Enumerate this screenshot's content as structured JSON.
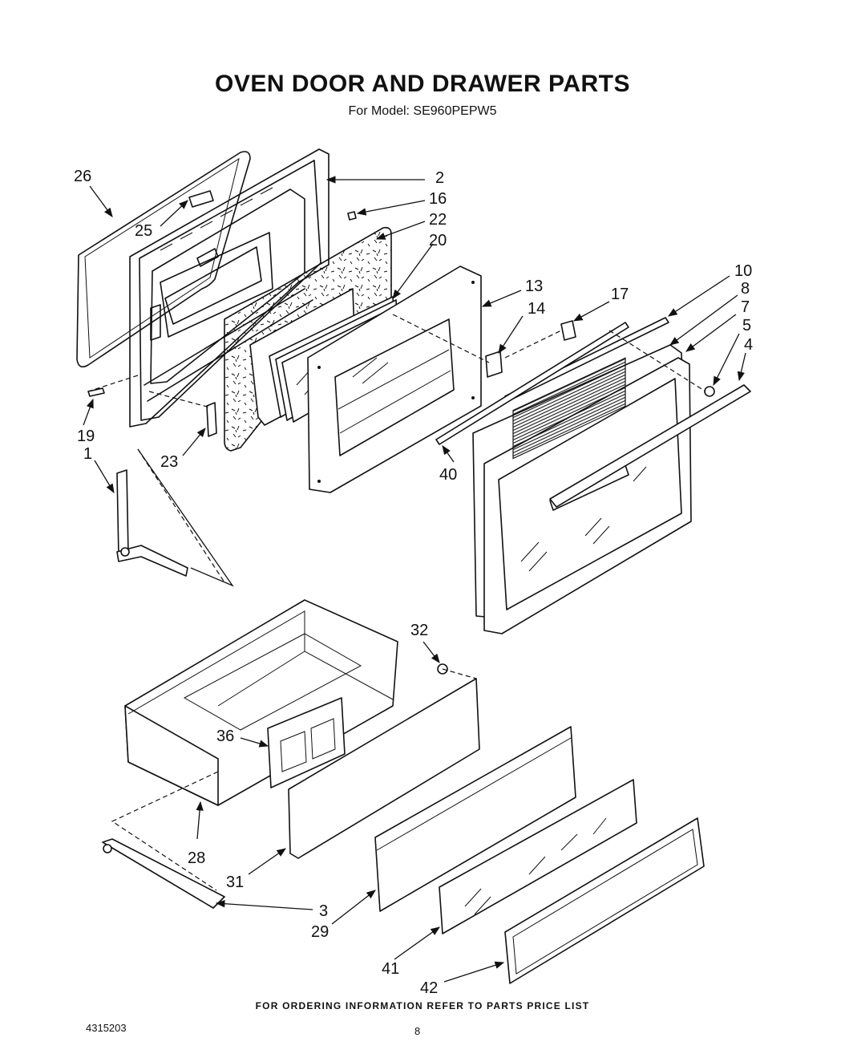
{
  "header": {
    "title": "OVEN DOOR AND DRAWER PARTS",
    "subtitle": "For Model: SE960PEPW5"
  },
  "footer": {
    "ordering_note": "FOR ORDERING INFORMATION REFER TO PARTS PRICE LIST",
    "document_number": "4315203",
    "page_number": "8"
  },
  "callouts": [
    "26",
    "2",
    "16",
    "25",
    "22",
    "20",
    "13",
    "14",
    "17",
    "10",
    "8",
    "7",
    "5",
    "4",
    "19",
    "23",
    "1",
    "40",
    "32",
    "36",
    "28",
    "31",
    "3",
    "29",
    "41",
    "42"
  ]
}
